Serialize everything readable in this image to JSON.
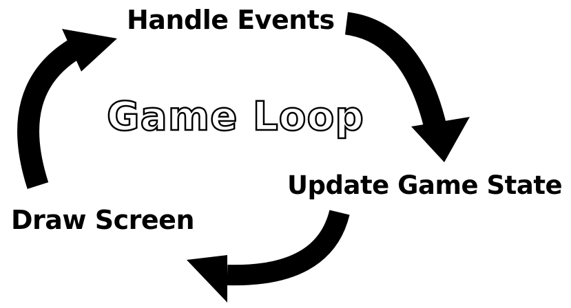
{
  "diagram": {
    "title": "Game Loop",
    "steps": [
      {
        "label": "Handle Events"
      },
      {
        "label": "Update Game State"
      },
      {
        "label": "Draw Screen"
      }
    ]
  },
  "colors": {
    "arrow": "#000000",
    "text": "#000000",
    "title_fill": "#ffffff",
    "title_outline": "#000000",
    "background": "#ffffff"
  },
  "icons": {
    "arrow_handle_to_update": "curved-arrow-icon",
    "arrow_update_to_draw": "curved-arrow-icon",
    "arrow_draw_to_handle": "curved-arrow-icon"
  }
}
